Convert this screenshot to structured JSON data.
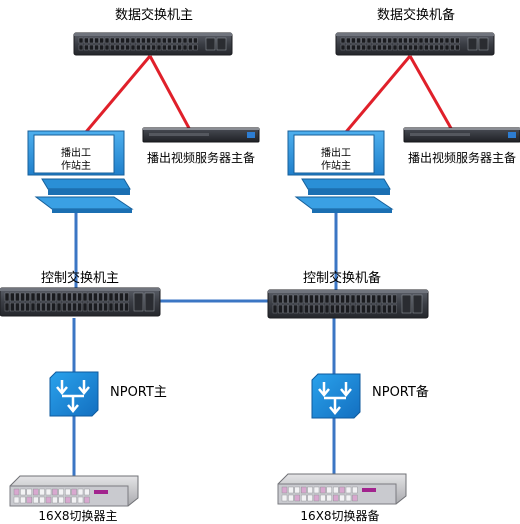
{
  "labels": {
    "data_switch_main": "数据交换机主",
    "data_switch_backup": "数据交换机备",
    "playout_server_main": "播出视频服务器主备",
    "playout_server_backup": "播出视频服务器主备",
    "workstation_main": "播出工\n作站主",
    "workstation_backup": "播出工\n作站主",
    "control_switch_main": "控制交换机主",
    "control_switch_backup": "控制交换机备",
    "nport_main": "NPORT主",
    "nport_backup": "NPORT备",
    "router_main": "16X8切换器主",
    "router_backup": "16X8切换器备"
  },
  "colors": {
    "red_link": "#e0202a",
    "blue_link": "#3b76c4",
    "nport_blue": "#1a86d8",
    "workstation_blue": "#2a8fd6",
    "switch_body": "#3a3d44"
  }
}
